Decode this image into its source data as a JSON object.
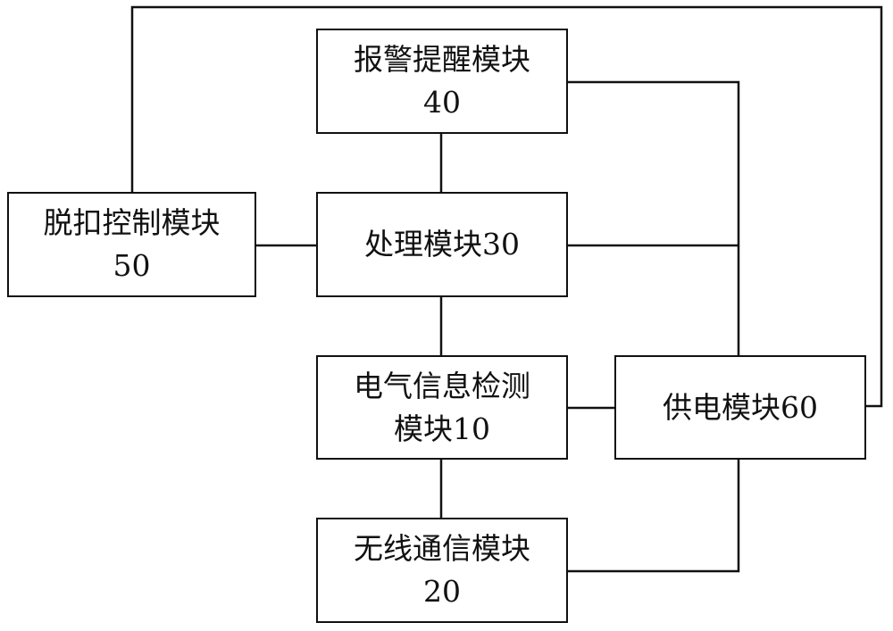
{
  "diagram": {
    "modules": {
      "alarm": {
        "line1": "报警提醒模块",
        "line2": "40"
      },
      "trip": {
        "line1": "脱扣控制模块",
        "line2": "50"
      },
      "processing": {
        "line1": "处理模块30"
      },
      "detection": {
        "line1": "电气信息检测",
        "line2": "模块10"
      },
      "power": {
        "line1": "供电模块60"
      },
      "wireless": {
        "line1": "无线通信模块",
        "line2": "20"
      }
    }
  }
}
